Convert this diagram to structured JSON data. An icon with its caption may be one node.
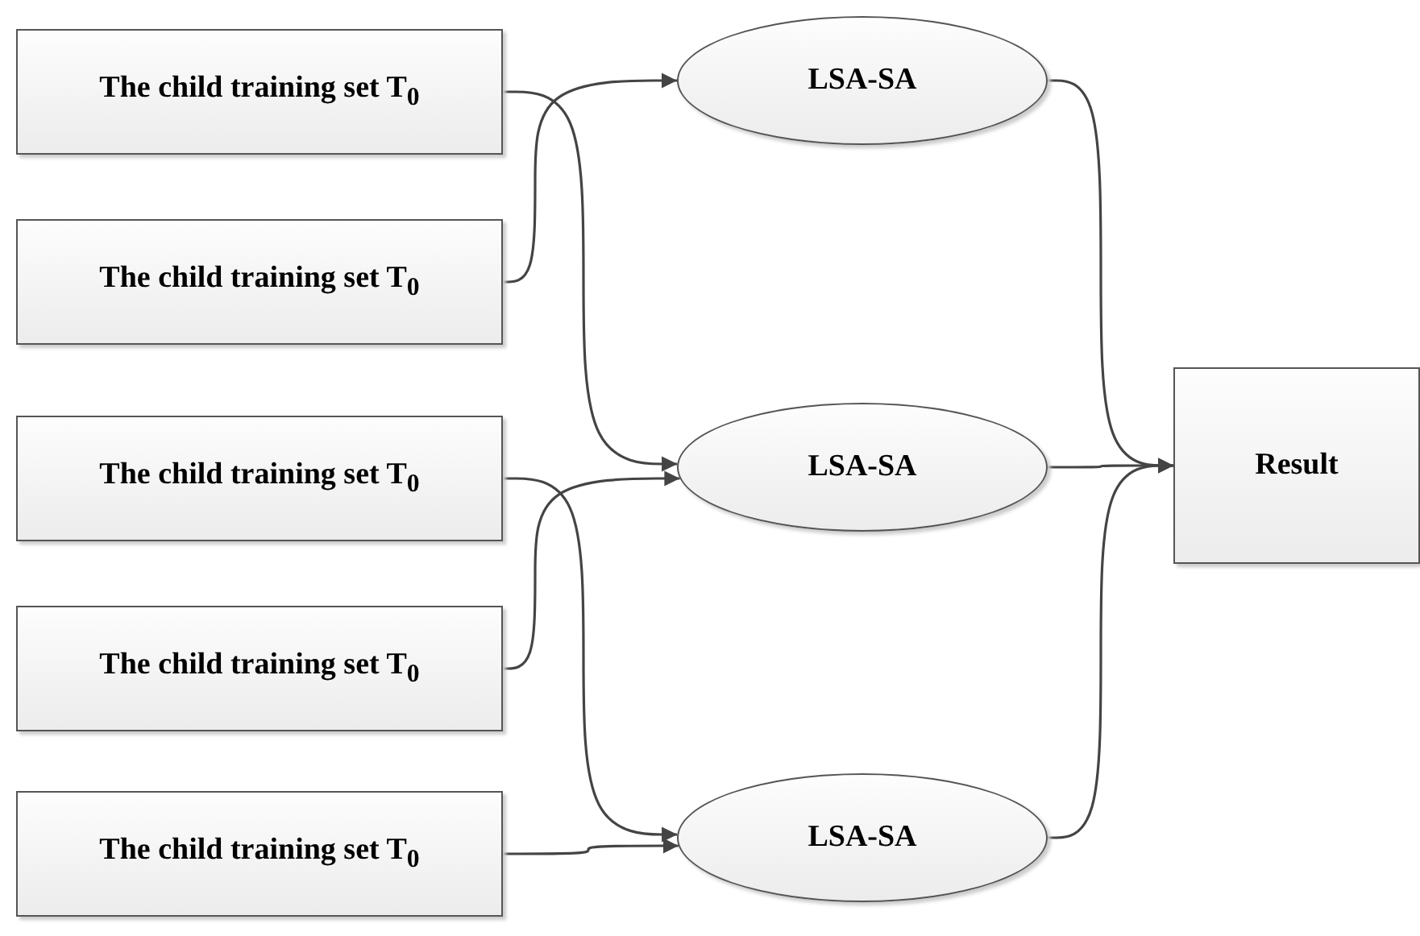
{
  "diagram": {
    "nodes": [
      {
        "text": [
          "The child training set T$_{0}$"
        ]
      },
      {
        "text": [
          "The child training set T$_{0}$"
        ]
      },
      {
        "text": [
          "The child training set T$_{0}$"
        ]
      },
      {
        "text": [
          "The child training set T$_{0}$"
        ]
      },
      {
        "text": [
          "The child training set T$_{0}$"
        ]
      },
      {
        "text": [
          "LSA-SA"
        ]
      },
      {
        "text": [
          "LSA-SA"
        ]
      },
      {
        "text": [
          "LSA-SA"
        ]
      },
      {
        "text": [
          "Result"
        ]
      }
    ],
    "edges": [
      {
        "from": 0,
        "to": 6,
        "arrow": "to"
      },
      {
        "from": 1,
        "to": 5,
        "arrow": "to"
      },
      {
        "from": 2,
        "to": 7,
        "arrow": "to"
      },
      {
        "from": 3,
        "to": 6,
        "arrow": "to"
      },
      {
        "from": 4,
        "to": 7,
        "arrow": "to"
      },
      {
        "from": 5,
        "to": 8,
        "arrow": "to"
      },
      {
        "from": 6,
        "to": 8,
        "arrow": "to"
      },
      {
        "from": 7,
        "to": 8,
        "arrow": "to"
      }
    ]
  }
}
